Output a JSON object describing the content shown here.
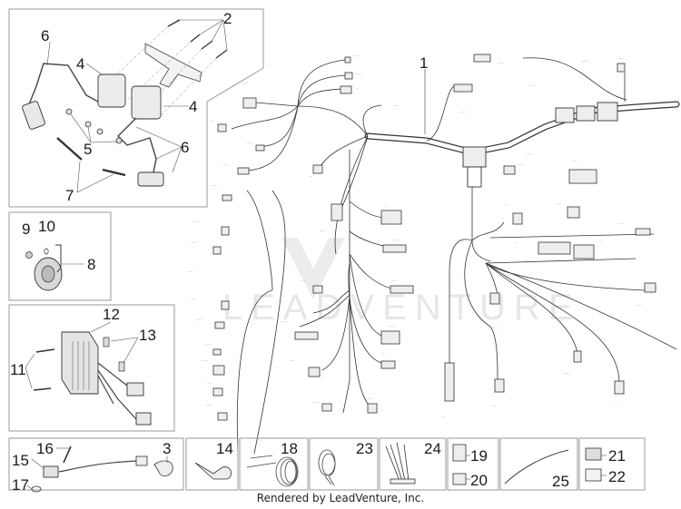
{
  "diagram": {
    "title": "Wiring harness and electrical components",
    "watermark": "LEADVENTURE",
    "footer": "Rendered by LeadVenture, Inc.",
    "callouts": {
      "main_harness": "1",
      "bolt_ignition": "2",
      "clip": "3",
      "ignition_coil_a": "4",
      "ignition_coil_b": "4",
      "nut": "5",
      "spark_plug_cable_a": "6",
      "spark_plug_cable_b": "6",
      "spark_plug": "7",
      "horn": "8",
      "horn_screw": "9",
      "horn_washer": "10",
      "regulator_screw": "11",
      "voltage_regulator": "12",
      "regulator_connector": "13",
      "sensor_bracket": "14",
      "speed_sensor": "15",
      "sensor_screw": "16",
      "o_ring": "17",
      "cable_18": "18",
      "relay": "19",
      "relay_small": "20",
      "fuse_holder_a": "21",
      "fuse_holder_b": "22",
      "cable_23": "23",
      "harness_24": "24",
      "cable_25": "25"
    }
  }
}
